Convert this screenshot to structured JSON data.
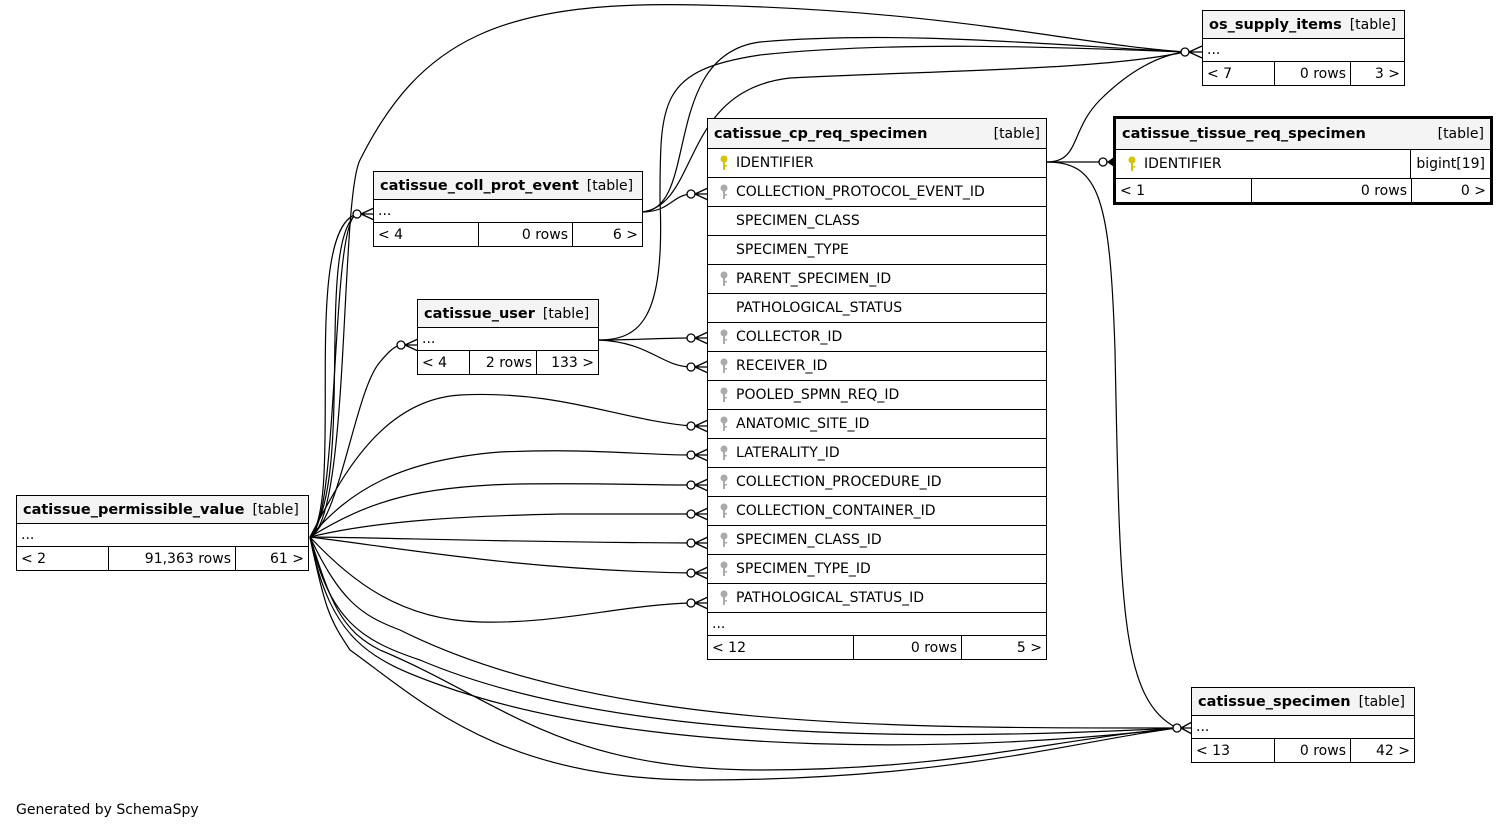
{
  "footer": "Generated by SchemaSpy",
  "colors": {
    "primary_key": "#d4c400",
    "foreign_key": "#aaaaaa",
    "header_bg": "#f4f4f4"
  },
  "tables": {
    "os_supply_items": {
      "name": "os_supply_items",
      "type": "[table]",
      "ellipsis": "...",
      "parents": "< 7",
      "rows": "0 rows",
      "children": "3 >"
    },
    "catissue_coll_prot_event": {
      "name": "catissue_coll_prot_event",
      "type": "[table]",
      "ellipsis": "...",
      "parents": "< 4",
      "rows": "0 rows",
      "children": "6 >"
    },
    "catissue_user": {
      "name": "catissue_user",
      "type": "[table]",
      "ellipsis": "...",
      "parents": "< 4",
      "rows": "2 rows",
      "children": "133 >"
    },
    "catissue_permissible_value": {
      "name": "catissue_permissible_value",
      "type": "[table]",
      "ellipsis": "...",
      "parents": "< 2",
      "rows": "91,363 rows",
      "children": "61 >"
    },
    "catissue_cp_req_specimen": {
      "name": "catissue_cp_req_specimen",
      "type": "[table]",
      "columns": [
        {
          "name": "IDENTIFIER",
          "key": "primary-key-icon"
        },
        {
          "name": "COLLECTION_PROTOCOL_EVENT_ID",
          "key": "foreign-key-icon"
        },
        {
          "name": "SPECIMEN_CLASS",
          "key": ""
        },
        {
          "name": "SPECIMEN_TYPE",
          "key": ""
        },
        {
          "name": "PARENT_SPECIMEN_ID",
          "key": "foreign-key-icon"
        },
        {
          "name": "PATHOLOGICAL_STATUS",
          "key": ""
        },
        {
          "name": "COLLECTOR_ID",
          "key": "foreign-key-icon"
        },
        {
          "name": "RECEIVER_ID",
          "key": "foreign-key-icon"
        },
        {
          "name": "POOLED_SPMN_REQ_ID",
          "key": "foreign-key-icon"
        },
        {
          "name": "ANATOMIC_SITE_ID",
          "key": "foreign-key-icon"
        },
        {
          "name": "LATERALITY_ID",
          "key": "foreign-key-icon"
        },
        {
          "name": "COLLECTION_PROCEDURE_ID",
          "key": "foreign-key-icon"
        },
        {
          "name": "COLLECTION_CONTAINER_ID",
          "key": "foreign-key-icon"
        },
        {
          "name": "SPECIMEN_CLASS_ID",
          "key": "foreign-key-icon"
        },
        {
          "name": "SPECIMEN_TYPE_ID",
          "key": "foreign-key-icon"
        },
        {
          "name": "PATHOLOGICAL_STATUS_ID",
          "key": "foreign-key-icon"
        }
      ],
      "ellipsis": "...",
      "parents": "< 12",
      "rows": "0 rows",
      "children": "5 >"
    },
    "catissue_tissue_req_specimen": {
      "name": "catissue_tissue_req_specimen",
      "type": "[table]",
      "columns": [
        {
          "name": "IDENTIFIER",
          "key": "primary-key-icon",
          "datatype": "bigint[19]"
        }
      ],
      "parents": "< 1",
      "rows": "0 rows",
      "children": "0 >"
    },
    "catissue_specimen": {
      "name": "catissue_specimen",
      "type": "[table]",
      "ellipsis": "...",
      "parents": "< 13",
      "rows": "0 rows",
      "children": "42 >"
    }
  }
}
